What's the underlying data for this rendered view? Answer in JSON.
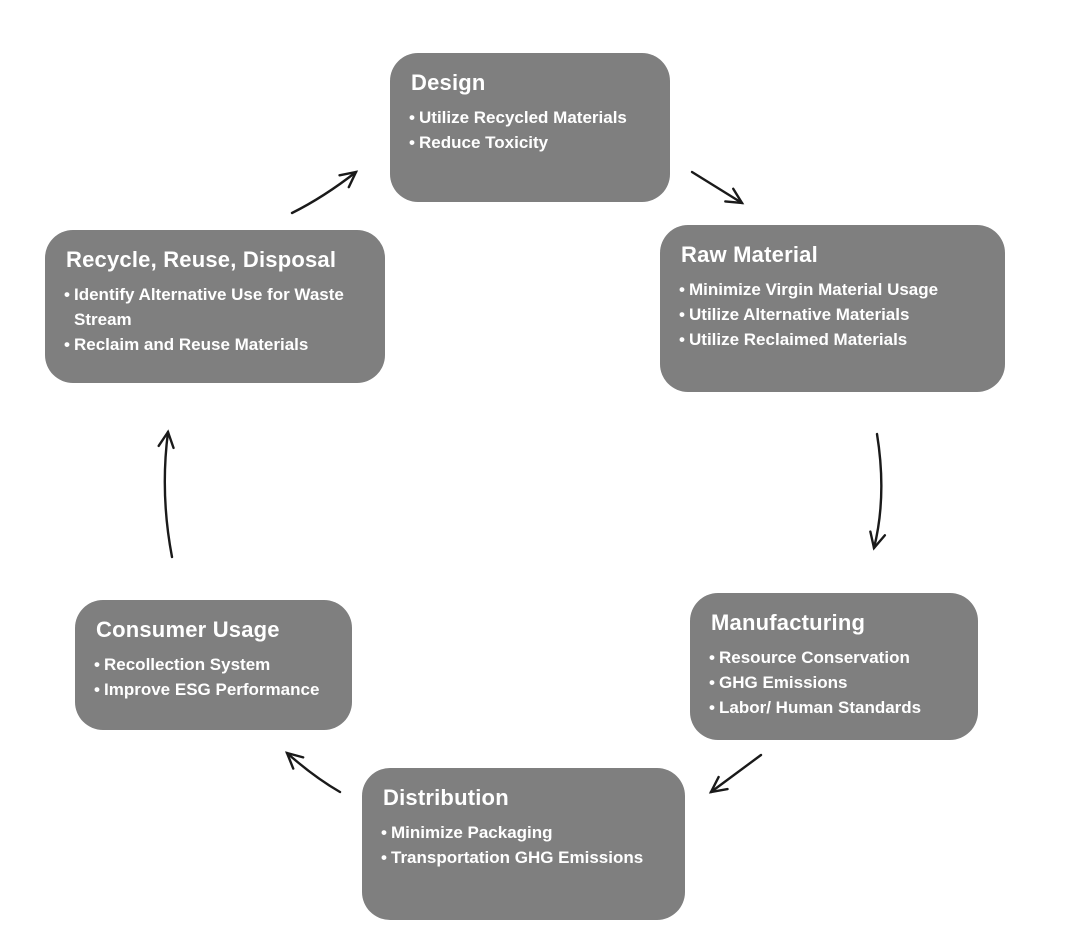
{
  "diagram": {
    "bullet_char": "•",
    "colors": {
      "background": "#ffffff",
      "box_color": "#7f7f7f",
      "text_color": "#ffffff",
      "arrow_color": "#1a1a1a"
    },
    "nodes": [
      {
        "id": "design",
        "title": "Design",
        "bullets": [
          "Utilize Recycled Materials",
          "Reduce Toxicity"
        ]
      },
      {
        "id": "raw-material",
        "title": "Raw Material",
        "bullets": [
          "Minimize Virgin Material Usage",
          "Utilize Alternative Materials",
          "Utilize Reclaimed Materials"
        ]
      },
      {
        "id": "manufacturing",
        "title": "Manufacturing",
        "bullets": [
          "Resource Conservation",
          "GHG Emissions",
          "Labor/ Human Standards"
        ]
      },
      {
        "id": "distribution",
        "title": "Distribution",
        "bullets": [
          "Minimize Packaging",
          "Transportation GHG Emissions"
        ]
      },
      {
        "id": "consumer-usage",
        "title": "Consumer Usage",
        "bullets": [
          "Recollection System",
          "Improve ESG Performance"
        ]
      },
      {
        "id": "recycle-reuse-disposal",
        "title": "Recycle, Reuse, Disposal",
        "bullets": [
          "Identify Alternative Use for Waste Stream",
          "Reclaim and Reuse Materials"
        ]
      }
    ]
  }
}
